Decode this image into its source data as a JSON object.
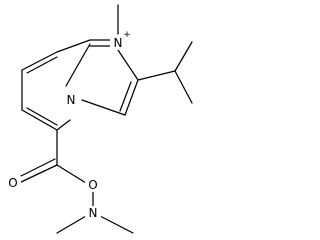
{
  "molecule": {
    "atoms": [
      {
        "id": "n_plus",
        "label": "N",
        "charge": "+"
      },
      {
        "id": "n_ring",
        "label": "N"
      },
      {
        "id": "o_carbonyl",
        "label": "O"
      },
      {
        "id": "o_ester",
        "label": "O"
      },
      {
        "id": "n_amine",
        "label": "N"
      }
    ],
    "colors": {
      "bond": "#000000",
      "text": "#000000",
      "background": "#ffffff"
    }
  }
}
